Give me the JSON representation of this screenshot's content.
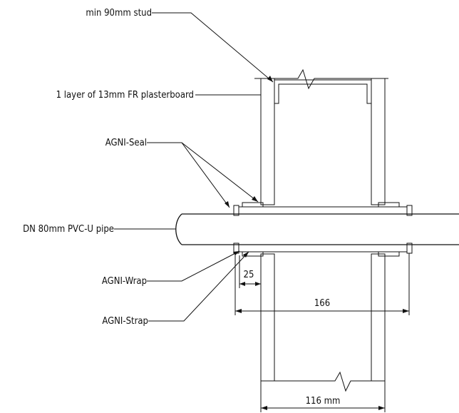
{
  "labels": {
    "stud": "min 90mm stud",
    "plasterboard": "1 layer of 13mm FR plasterboard",
    "seal": "AGNI-Seal",
    "pipe": "DN 80mm PVC-U pipe",
    "wrap": "AGNI-Wrap",
    "strap": "AGNI-Strap"
  },
  "dimensions": {
    "wrap_width": "25",
    "wrap_length": "166",
    "wall_width": "116 mm"
  }
}
